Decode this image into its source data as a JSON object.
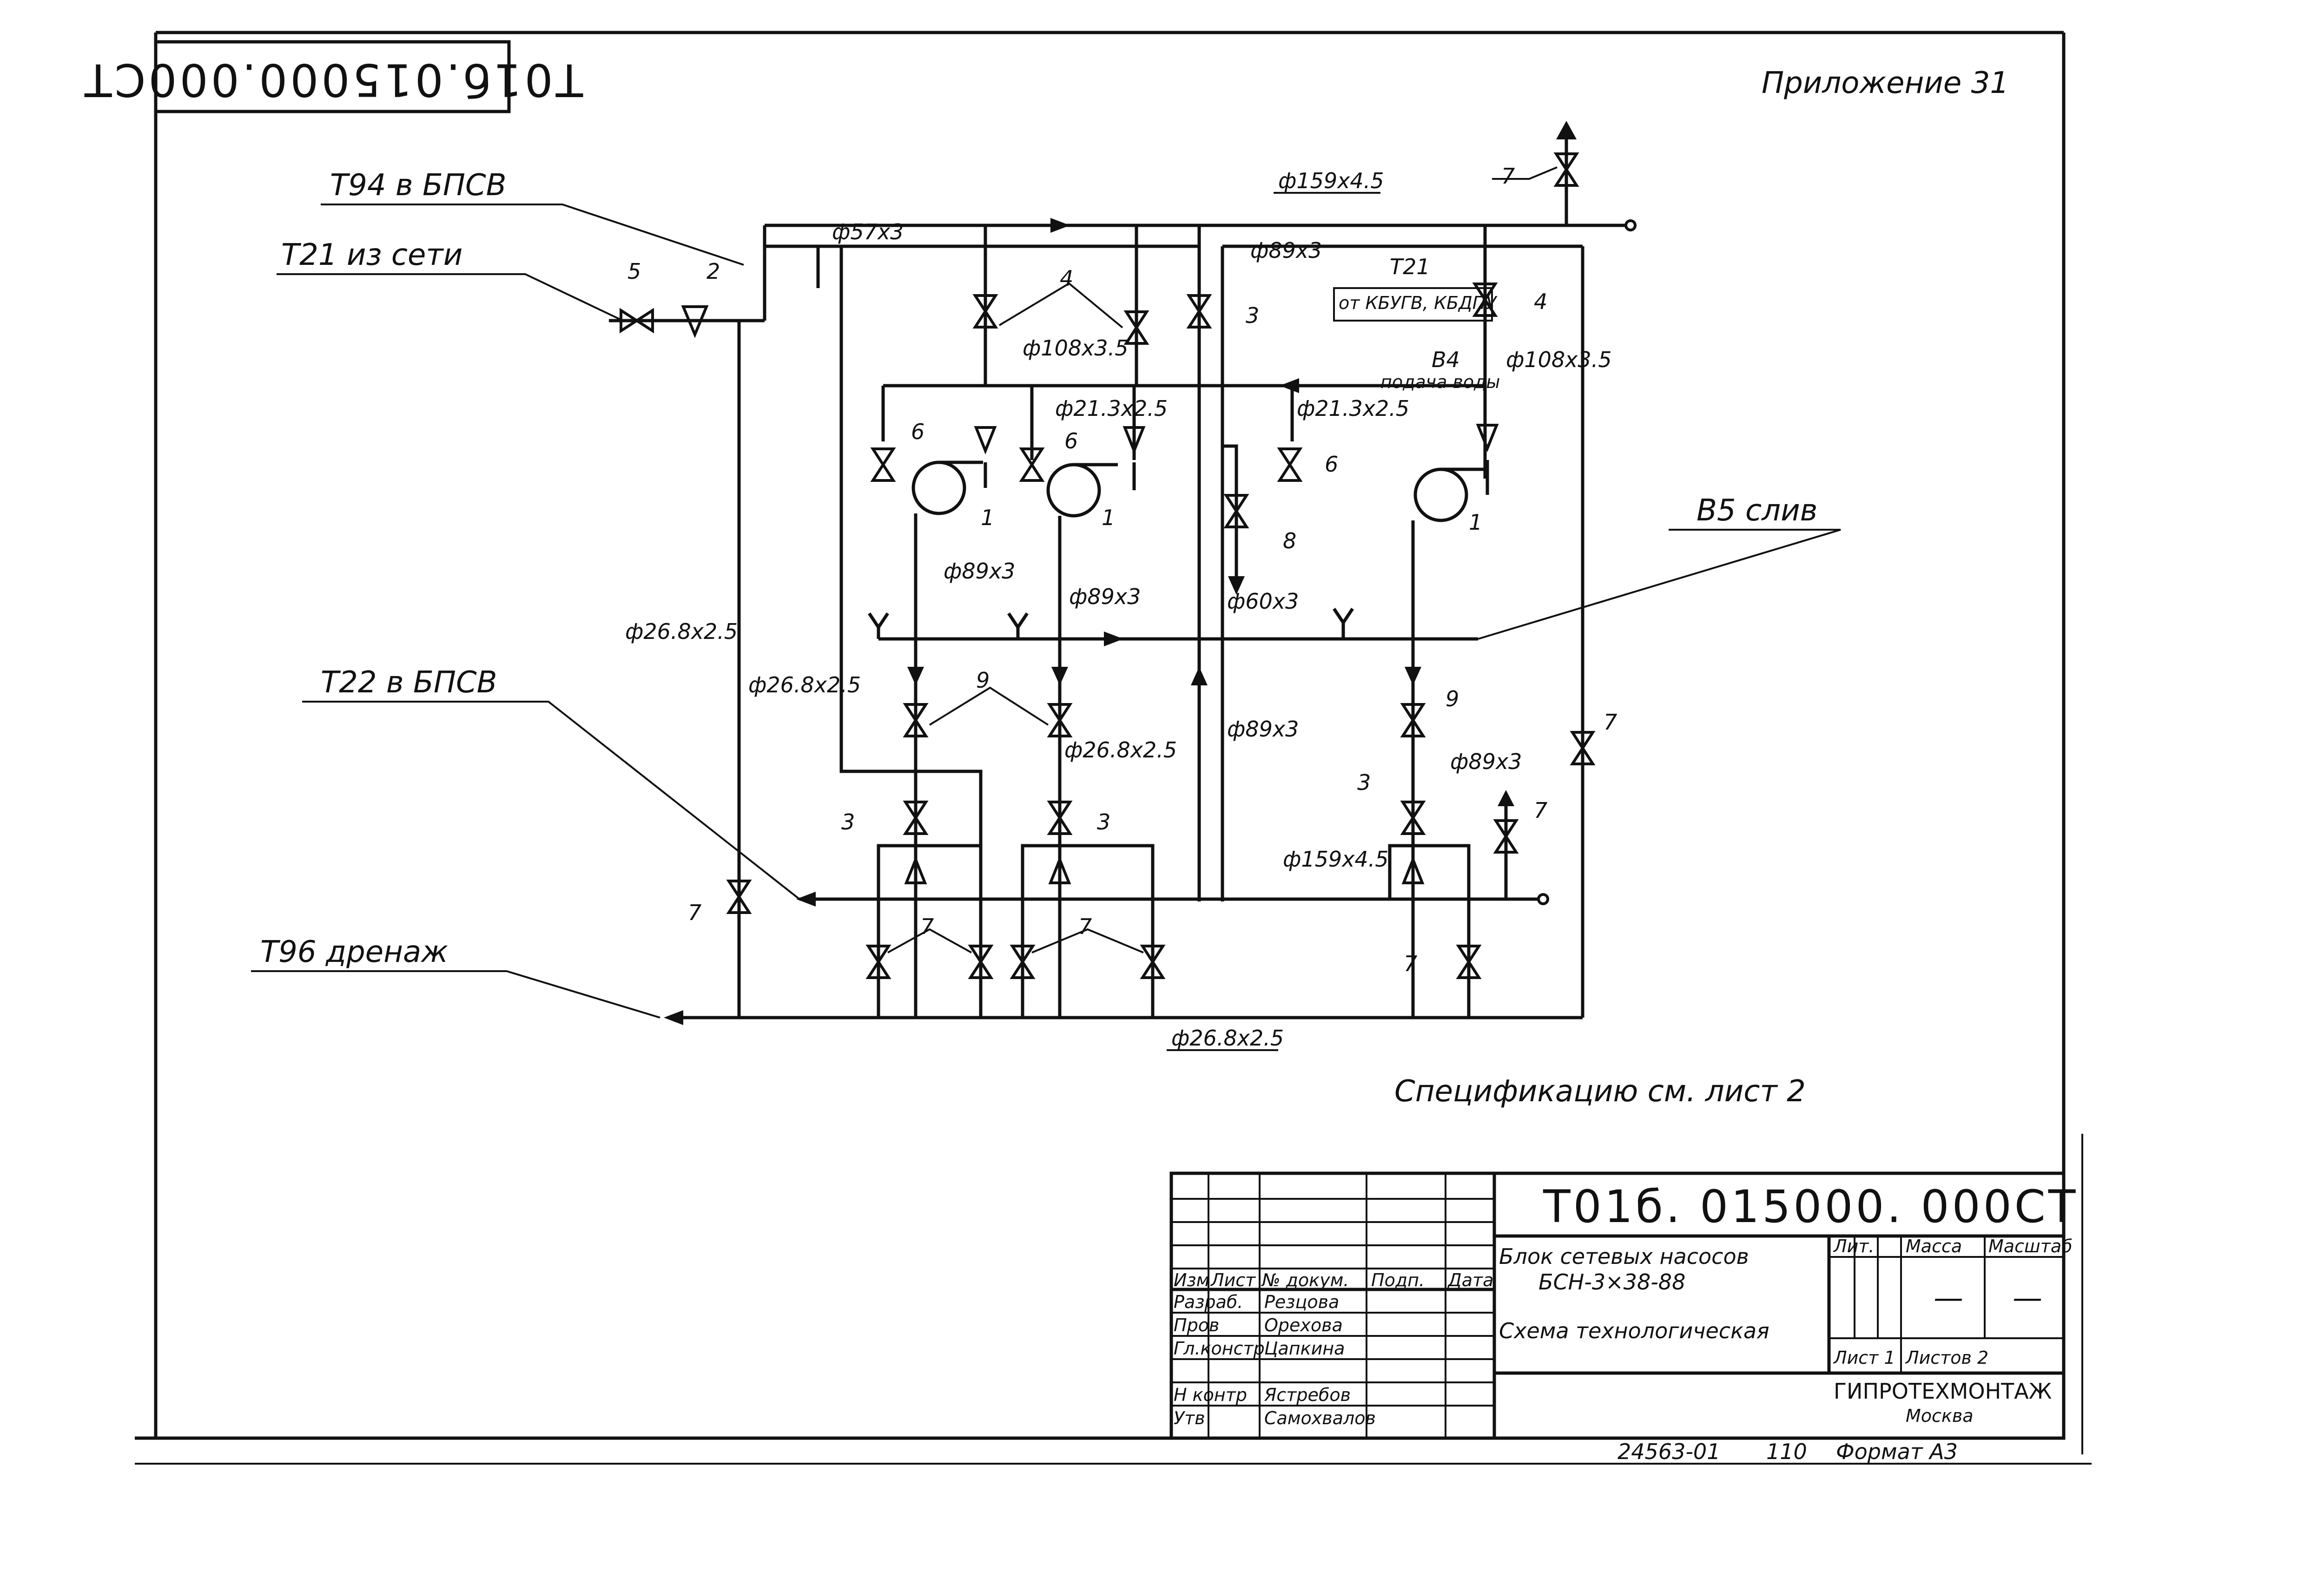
{
  "stamp": "Т01б.015000.000СТ",
  "appendix": "Приложение 31",
  "lines": {
    "t94": "Т94 в БПСВ",
    "t21": "Т21 из сети",
    "t22": "Т22 в БПСВ",
    "t96": "Т96 дренаж",
    "b5": "В5 слив",
    "t21b": "Т21",
    "t21b_sub": "от КБУГВ, КБДПУ",
    "b4": "В4",
    "b4_sub": "подача воды"
  },
  "pipes": {
    "p159a": "ф159х4.5",
    "p57": "ф57х3",
    "p89a": "ф89х3",
    "p108a": "ф108х3.5",
    "p108b": "ф108х3.5",
    "p213a": "ф21.3х2.5",
    "p213b": "ф21.3х2.5",
    "p89b": "ф89х3",
    "p89c": "ф89х3",
    "p60": "ф60х3",
    "p268a": "ф26.8х2.5",
    "p268b": "ф26.8х2.5",
    "p89d": "ф89х3",
    "p268c": "ф26.8х2.5",
    "p89e": "ф89х3",
    "p159b": "ф159х4.5",
    "p268d": "ф26.8х2.5"
  },
  "positions": {
    "n1": "1",
    "n2": "2",
    "n3": "3",
    "n4": "4",
    "n5": "5",
    "n6": "6",
    "n7": "7",
    "n8": "8",
    "n9": "9"
  },
  "note": "Спецификацию см. лист 2",
  "titleblock": {
    "code": "Т01б. 015000. 000СТ",
    "name1": "Блок сетевых насосов",
    "name2": "БСН-3×38-88",
    "name3": "Схема технологическая",
    "h_izm": "Изм",
    "h_list": "Лист",
    "h_doc": "№ докум.",
    "h_sign": "Подп.",
    "h_date": "Дата",
    "r1_role": "Разраб.",
    "r1_name": "Резцова",
    "r2_role": "Пров",
    "r2_name": "Орехова",
    "r3_role": "Гл.констр",
    "r3_name": "Цапкина",
    "r4_role": "Н контр",
    "r4_name": "Ястребов",
    "r5_role": "Утв",
    "r5_name": "Самохвалов",
    "lit": "Лит.",
    "mass": "Масса",
    "scale": "Масштаб",
    "dash1": "—",
    "dash2": "—",
    "sheet": "Лист 1",
    "sheets": "Листов 2",
    "org": "ГИПРОТЕХМОНТАЖ",
    "city": "Москва",
    "inv": "24563-01",
    "inv2": "110",
    "format": "Формат А3"
  }
}
